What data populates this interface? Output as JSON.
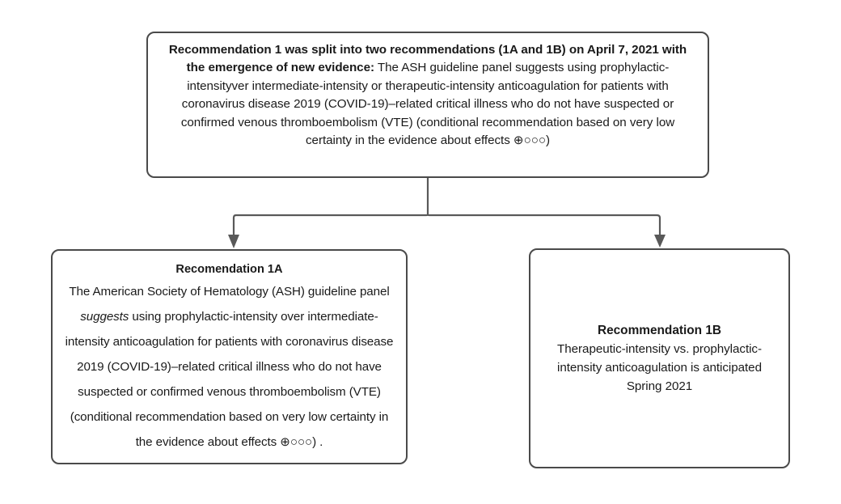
{
  "diagram": {
    "title": "COVID-19 anticoagulation recommendation split flowchart",
    "background_color": "#ffffff",
    "node_border_color": "#4a4a4a",
    "connector_color": "#595959",
    "text_color": "#1a1a1a"
  },
  "nodes": {
    "root": {
      "id": "recommendation-1-split",
      "lead_bold": "Recommendation 1 was split into two recommendations (1A and 1B) on April 7, 2021 with the emergence of new evidence:",
      "rest": " The ASH guideline panel suggests using prophylactic-intensityver intermediate-intensity or therapeutic-intensity anticoagulation for patients with coronavirus disease 2019 (COVID-19)–related critical illness who do not have suspected or confirmed venous thromboembolism (VTE) (conditional recommendation based on very low certainty in the evidence about effects ",
      "certainty_symbol": "⊕○○○",
      "closing": ")"
    },
    "rec_1a": {
      "id": "recommendation-1a",
      "title": "Recomendation 1A",
      "text_before_em": "The American Society of Hematology (ASH) guideline panel ",
      "em": "suggests",
      "text_after_em": " using prophylactic-intensity over intermediate-intensity anticoagulation for patients with coronavirus disease 2019 (COVID-19)–related critical illness who do not have suspected or confirmed venous thromboembolism (VTE) (conditional recommendation based on very low certainty in the evidence about effects ",
      "certainty_symbol": "⊕○○○",
      "closing": ") ."
    },
    "rec_1b": {
      "id": "recommendation-1b",
      "title": "Recommendation 1B",
      "body": "Therapeutic-intensity vs. prophylactic-intensity anticoagulation is anticipated Spring 2021"
    }
  },
  "connectors": [
    {
      "id": "root-to-1a",
      "from": "recommendation-1-split",
      "to": "recommendation-1a",
      "arrowhead": "triangle-down"
    },
    {
      "id": "root-to-1b",
      "from": "recommendation-1-split",
      "to": "recommendation-1b",
      "arrowhead": "triangle-down"
    }
  ]
}
